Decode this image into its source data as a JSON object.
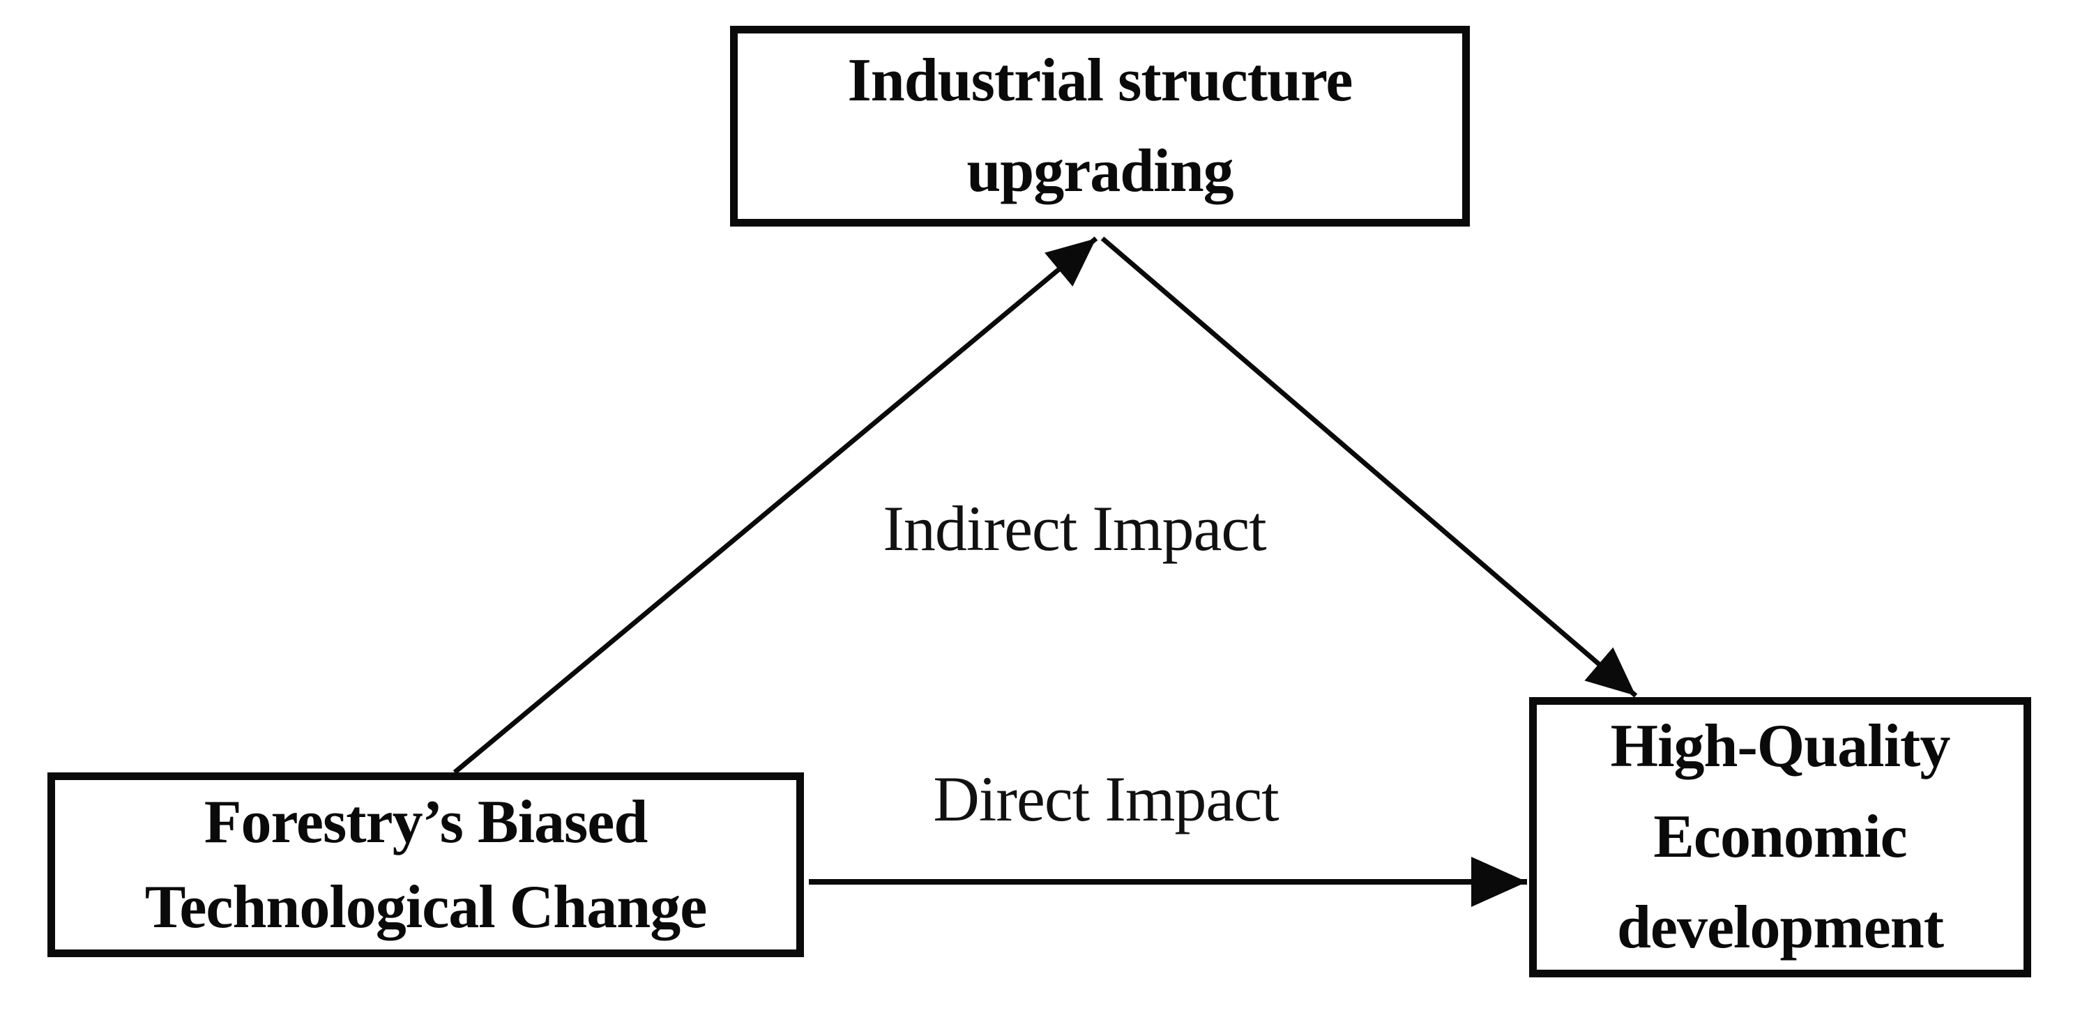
{
  "diagram": {
    "type": "flow-diagram",
    "background_color": "#ffffff",
    "line_color": "#0a0a0a",
    "text_color": "#0a0a0a",
    "nodes": {
      "industrial": {
        "label": "Industrial structure upgrading",
        "lines": [
          "Industrial structure",
          "upgrading"
        ]
      },
      "forestry": {
        "label": "Forestry’s Biased Technological Change",
        "lines": [
          "Forestry’s Biased",
          "Technological Change"
        ]
      },
      "hqed": {
        "label": "High-Quality Economic development",
        "lines": [
          "High-Quality",
          "Economic",
          "development"
        ]
      }
    },
    "edges": {
      "indirect_up": {
        "label": "Indirect Impact",
        "from": "Forestry’s Biased Technological Change",
        "to": "Industrial structure upgrading"
      },
      "indirect_down": {
        "label": "",
        "from": "Industrial structure upgrading",
        "to": "High-Quality Economic development"
      },
      "direct": {
        "label": "Direct Impact",
        "from": "Forestry’s Biased Technological Change",
        "to": "High-Quality Economic development"
      }
    }
  }
}
